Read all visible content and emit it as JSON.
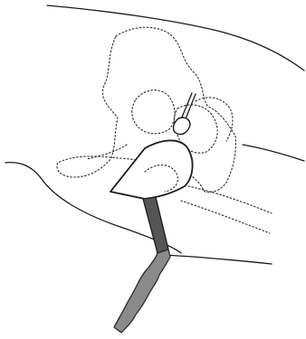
{
  "figure": {
    "background_color": "#ffffff",
    "line_color": "#1a1a1a",
    "handle_upper_color": "#555555",
    "handle_grip_color": "#8a8a8a",
    "elements": [
      "body-outline",
      "dotted-anatomy-outline",
      "retractor-tool",
      "retractor-blade",
      "retractor-handle"
    ]
  }
}
